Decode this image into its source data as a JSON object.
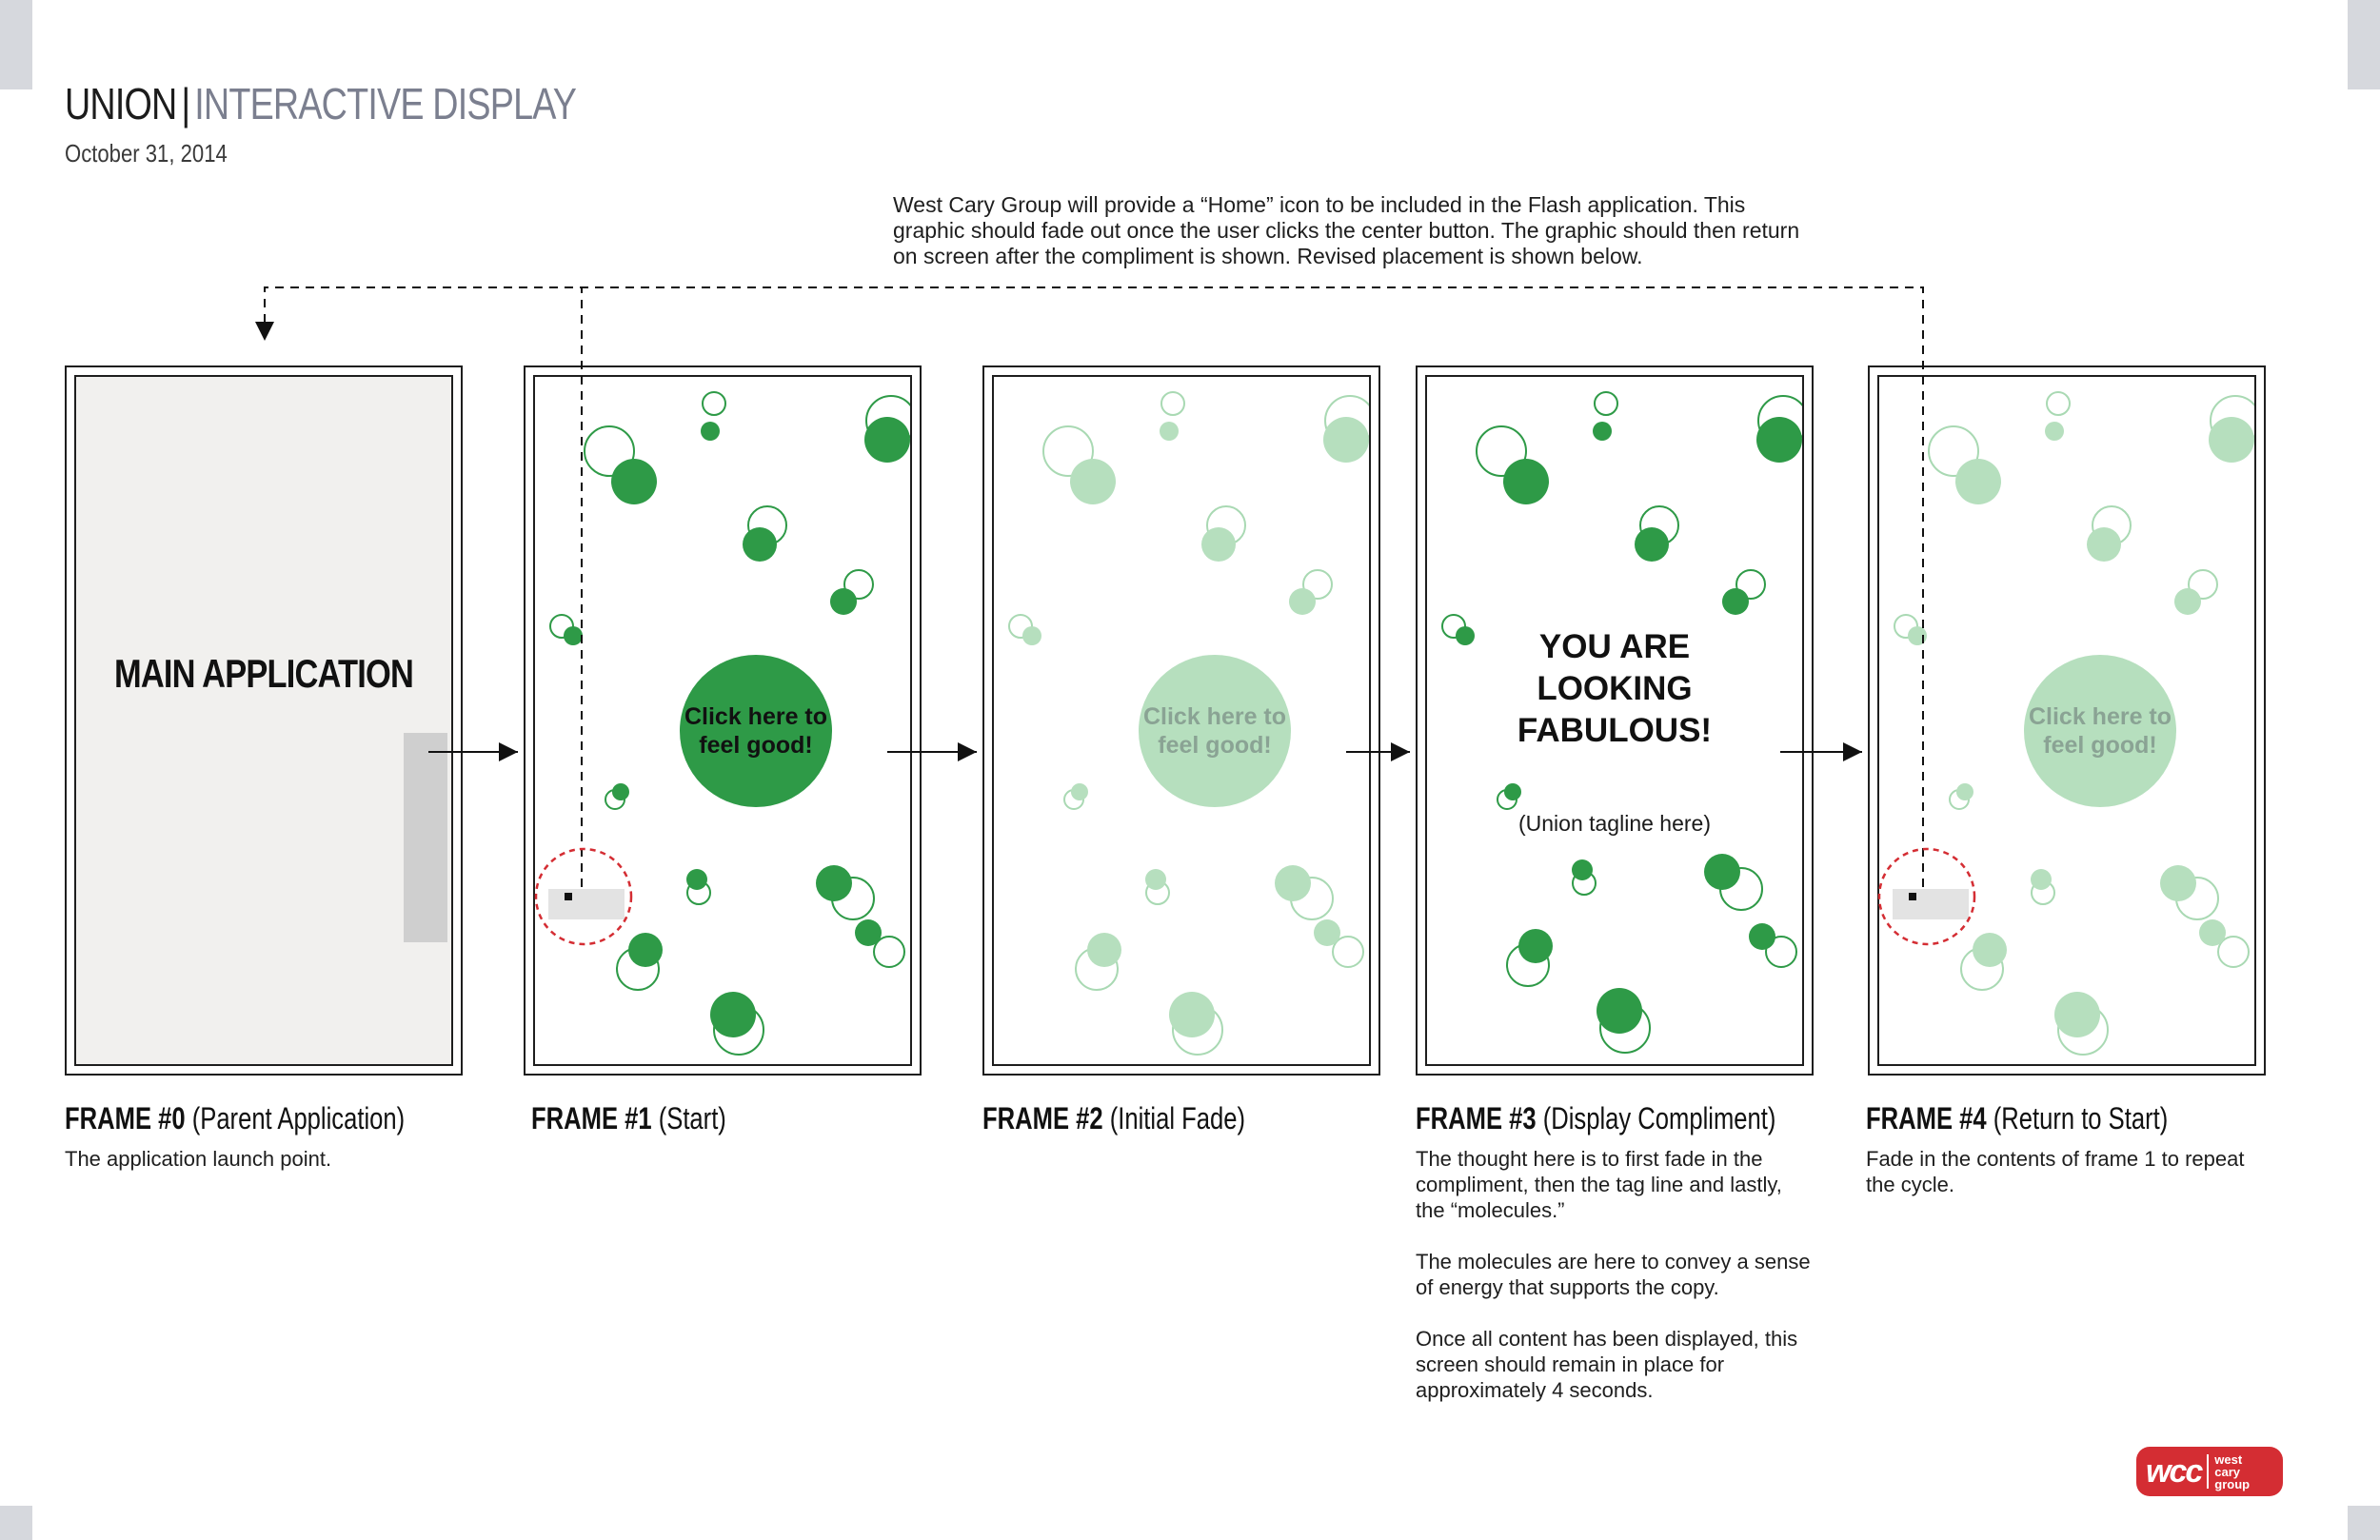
{
  "header": {
    "title_main": "UNION",
    "title_separator": "|",
    "title_sub": "INTERACTIVE DISPLAY",
    "date": "October 31, 2014"
  },
  "top_note": "West Cary Group will provide a “Home” icon to be included in the Flash application.  This graphic should fade out once the user clicks the center button.  The graphic should then return on screen after the compliment is shown.  Revised placement is shown below.",
  "frames": [
    {
      "id": "frame-0",
      "title_bold": "FRAME #0",
      "title_rest": " (Parent Application)",
      "screen_label": "MAIN APPLICATION",
      "description": [
        "The application launch point."
      ]
    },
    {
      "id": "frame-1",
      "title_bold": "FRAME #1",
      "title_rest": " (Start)",
      "button_text": "Click here to feel good!",
      "description": []
    },
    {
      "id": "frame-2",
      "title_bold": "FRAME #2",
      "title_rest": " (Initial Fade)",
      "button_text": "Click here to feel good!",
      "description": []
    },
    {
      "id": "frame-3",
      "title_bold": "FRAME #3",
      "title_rest": " (Display Compliment)",
      "compliment": "YOU ARE LOOKING FABULOUS!",
      "tagline": "(Union tagline here)",
      "description": [
        "The thought here is to first fade in the compliment, then the tag line and lastly, the “molecules.”",
        "The molecules are here to convey a sense of energy that supports the copy.",
        "Once all content has been displayed, this screen should remain in place for approximately 4 seconds."
      ]
    },
    {
      "id": "frame-4",
      "title_bold": "FRAME #4",
      "title_rest": " (Return to Start)",
      "button_text": "Click here to feel good!",
      "description": [
        "Fade in the contents of frame 1 to repeat the cycle."
      ]
    }
  ],
  "logo": {
    "mark": "wcc",
    "line1": "west",
    "line2": "cary",
    "line3": "group"
  },
  "colors": {
    "green_strong": "#2e9a47",
    "green_stroke": "#2e9a47",
    "green_faded": "#b6dfbe",
    "green_faded_stroke": "#a9d9b3",
    "home_circle": "#d42d33",
    "app_background": "#f1f0ee",
    "accent_red": "#d42d33"
  }
}
